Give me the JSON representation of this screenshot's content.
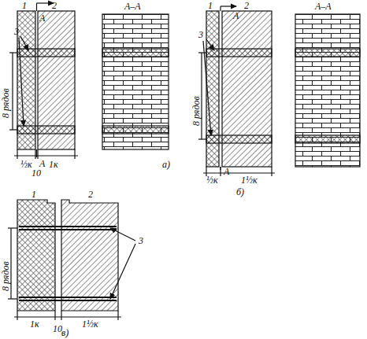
{
  "diagram": {
    "labels": [
      "1",
      "2",
      "А",
      "А",
      "А–А",
      "3",
      "8 рядов",
      "½к",
      "1к",
      "10",
      "а)",
      "1",
      "2",
      "А",
      "А",
      "А–А",
      "3",
      "8 рядов",
      "½к",
      "1½к",
      "б)",
      "1",
      "2",
      "8 рядов",
      "3",
      "1к",
      "10",
      "1½к",
      "в)"
    ]
  }
}
